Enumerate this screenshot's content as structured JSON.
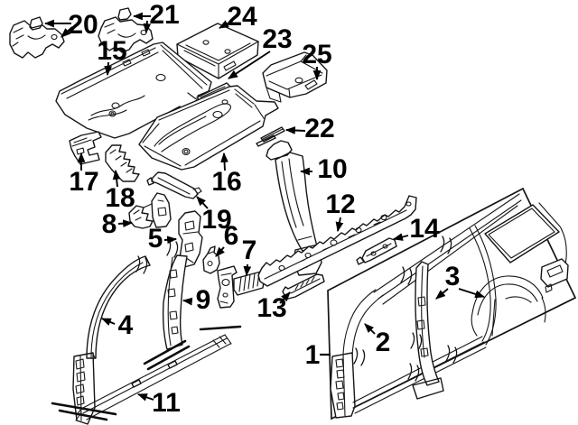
{
  "figure": {
    "type": "exploded-parts-diagram",
    "subject": "vehicle body side & floor structural parts",
    "style": {
      "background_color": "#ffffff",
      "line_color": "#161616",
      "label_color": "#000000"
    },
    "callouts": [
      {
        "num": "1"
      },
      {
        "num": "2"
      },
      {
        "num": "3"
      },
      {
        "num": "4"
      },
      {
        "num": "5"
      },
      {
        "num": "6"
      },
      {
        "num": "7"
      },
      {
        "num": "8"
      },
      {
        "num": "9"
      },
      {
        "num": "10"
      },
      {
        "num": "11"
      },
      {
        "num": "12"
      },
      {
        "num": "13"
      },
      {
        "num": "14"
      },
      {
        "num": "15"
      },
      {
        "num": "16"
      },
      {
        "num": "17"
      },
      {
        "num": "18"
      },
      {
        "num": "19"
      },
      {
        "num": "20"
      },
      {
        "num": "21"
      },
      {
        "num": "22"
      },
      {
        "num": "23"
      },
      {
        "num": "24"
      },
      {
        "num": "25"
      }
    ]
  }
}
